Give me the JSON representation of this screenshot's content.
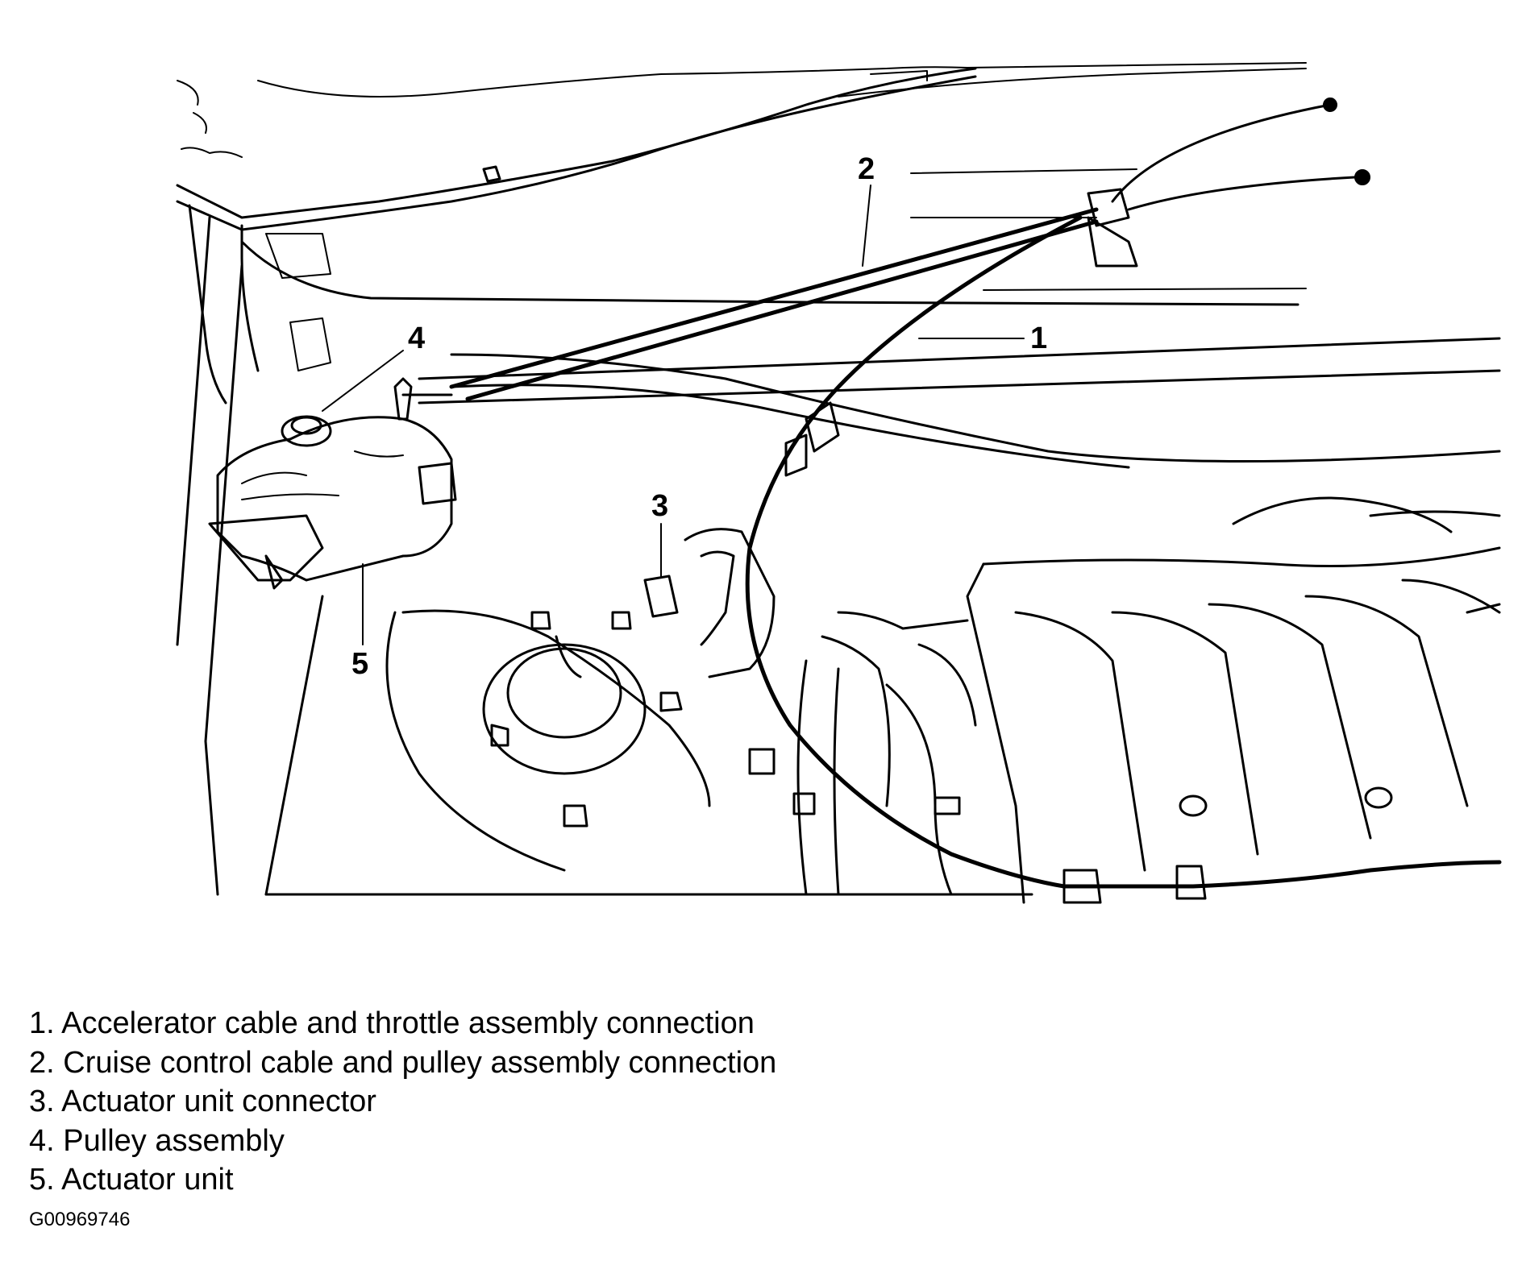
{
  "callouts": [
    "1",
    "2",
    "3",
    "4",
    "5"
  ],
  "legend": [
    {
      "number": "1.",
      "text": "Accelerator cable and throttle assembly connection"
    },
    {
      "number": "2.",
      "text": "Cruise control cable and pulley assembly connection"
    },
    {
      "number": "3.",
      "text": "Actuator unit connector"
    },
    {
      "number": "4.",
      "text": "Pulley assembly"
    },
    {
      "number": "5.",
      "text": "Actuator unit"
    }
  ],
  "figure_id": "G00969746"
}
